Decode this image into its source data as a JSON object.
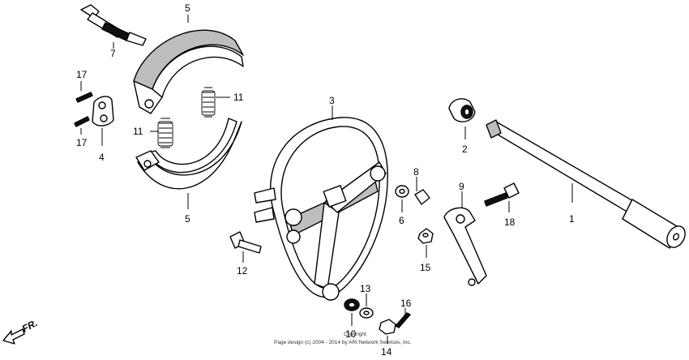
{
  "labels": {
    "p1": "1",
    "p2": "2",
    "p3": "3",
    "p4": "4",
    "p5a": "5",
    "p5b": "5",
    "p6": "6",
    "p7": "7",
    "p8": "8",
    "p9": "9",
    "p10": "10",
    "p11a": "11",
    "p11b": "11",
    "p12": "12",
    "p13": "13",
    "p14": "14",
    "p15": "15",
    "p16": "16",
    "p17a": "17",
    "p17b": "17",
    "p18": "18"
  },
  "direction": "FR.",
  "copyright": {
    "line1": "Copyright",
    "line2": "Page design (c) 2004 - 2014 by ARI Network Services, Inc."
  }
}
